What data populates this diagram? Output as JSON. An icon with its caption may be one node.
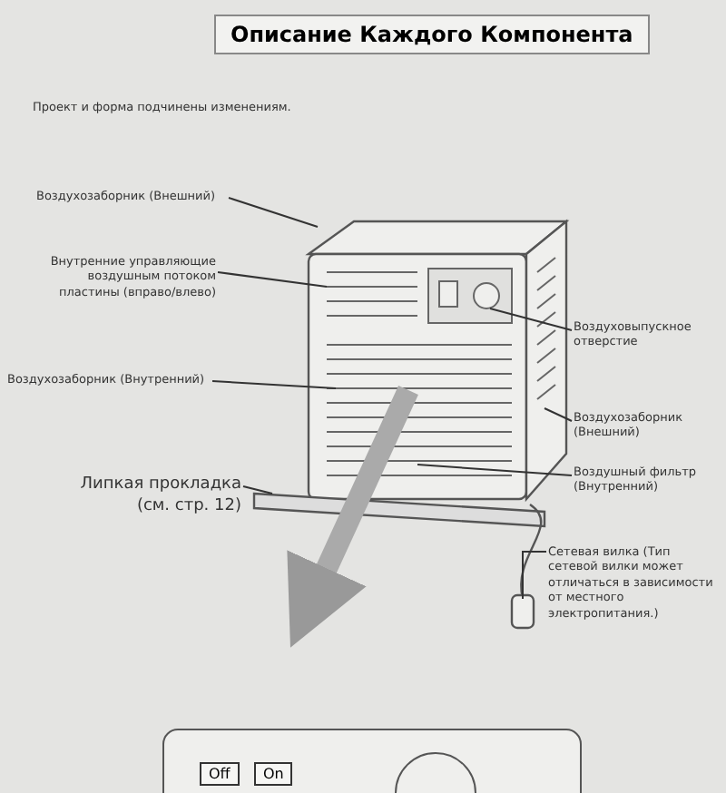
{
  "diagram": {
    "title": "Описание Каждого Компонента",
    "nodes": [
      {
        "text": [
          "Воздухозаборник (Внешний)"
        ]
      },
      {
        "text": [
          "Внутренние управляющие воздушным потоком пластины (вправо/влево)"
        ]
      },
      {
        "text": [
          "Воздухозаборник (Внутренний)"
        ]
      },
      {
        "text": [
          "Липкая прокладка (см. стр. 12)"
        ]
      },
      {
        "text": [
          "Воздуховыпускное отверстие"
        ]
      },
      {
        "text": [
          "Воздухозаборник (Внешний)"
        ]
      },
      {
        "text": [
          "Воздушный фильтр (Внутренний)"
        ]
      },
      {
        "text": [
          "Сетевая вилка (Тип сетевой вилки может отличаться в зависимости от местного электропитания.)"
        ]
      }
    ],
    "edges": [
      {
        "from": 0,
        "to": null,
        "arrow": "none"
      },
      {
        "from": 1,
        "to": null,
        "arrow": "none"
      },
      {
        "from": 2,
        "to": null,
        "arrow": "none"
      },
      {
        "from": 3,
        "to": null,
        "arrow": "none"
      },
      {
        "from": 4,
        "to": null,
        "arrow": "none"
      },
      {
        "from": 5,
        "to": null,
        "arrow": "none"
      },
      {
        "from": 6,
        "to": null,
        "arrow": "none"
      },
      {
        "from": 7,
        "to": null,
        "arrow": "none"
      }
    ],
    "labels": [
      "Проект и форма подчинены изменениям.",
      "Off",
      "On"
    ]
  }
}
